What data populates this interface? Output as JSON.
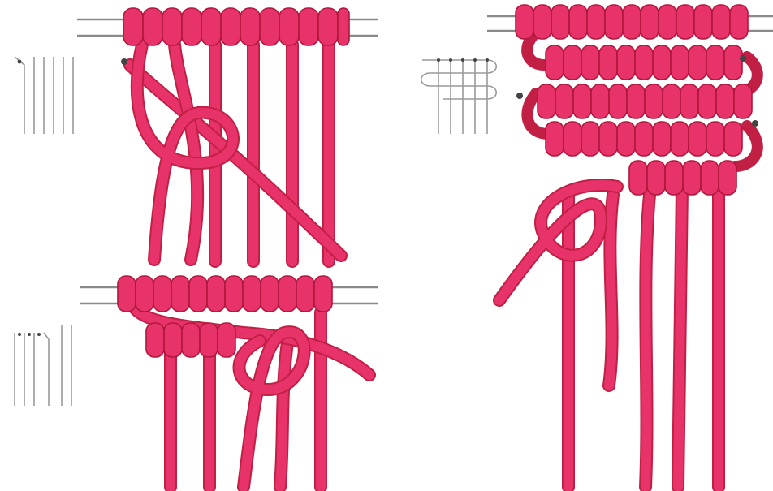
{
  "colors": {
    "cord": "#e8336a",
    "cord_outline": "#c21f45",
    "holding_bar": "#8a8a8a",
    "background": "#ffffff"
  },
  "panels": [
    {
      "id": "panel-1",
      "description_text": ""
    },
    {
      "id": "panel-2",
      "description_text": ""
    },
    {
      "id": "panel-3",
      "description_text": ""
    }
  ]
}
